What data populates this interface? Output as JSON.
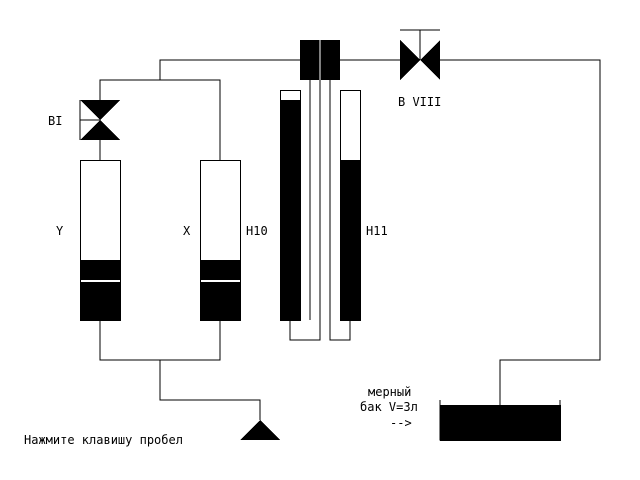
{
  "labels": {
    "valve_bi": "BI",
    "valve_bviii": "B VIII",
    "column_y": "Y",
    "column_x": "X",
    "gauge_h10": "H10",
    "gauge_h11": "H11",
    "tank_line1": "мерный",
    "tank_line2": "бак V=3л",
    "tank_arrow": "-->",
    "prompt": "Нажмите клавишу пробел"
  },
  "colors": {
    "foreground": "#000000",
    "background": "#ffffff"
  },
  "icons": {
    "valve": "bowtie-valve-icon",
    "drain": "triangle-drain-icon"
  }
}
